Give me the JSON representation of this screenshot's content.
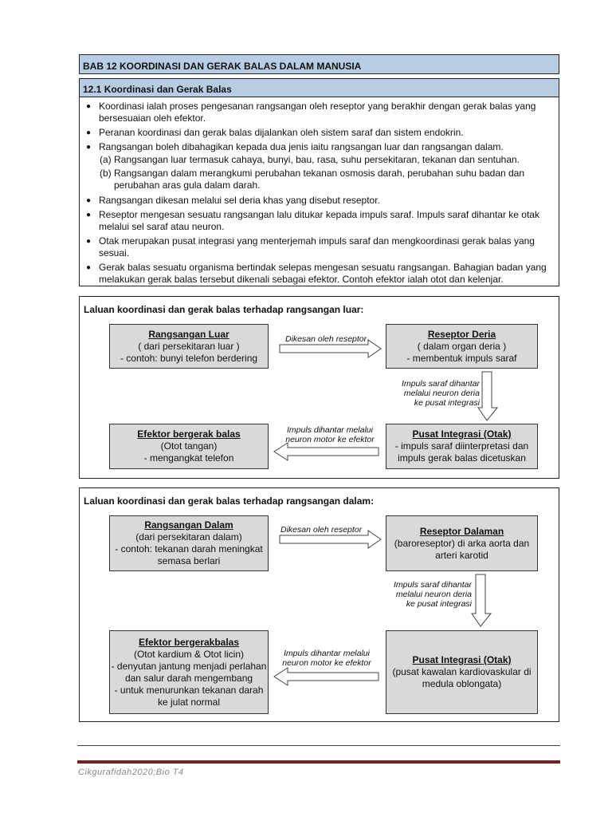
{
  "chapter_title": "BAB 12   KOORDINASI DAN GERAK BALAS DALAM MANUSIA",
  "section": {
    "title": "12.1  Koordinasi dan Gerak Balas",
    "bullets": [
      "Koordinasi ialah proses pengesanan rangsangan oleh reseptor yang berakhir dengan gerak balas yang bersesuaian oleh efektor.",
      "Peranan koordinasi dan gerak balas dijalankan oleh sistem saraf dan sistem endokrin.",
      "Rangsangan boleh dibahagikan kepada dua jenis iaitu rangsangan luar dan rangsangan dalam.",
      "Rangsangan dikesan melalui sel deria khas yang disebut reseptor.",
      "Reseptor mengesan sesuatu rangsangan lalu ditukar kepada impuls saraf. Impuls saraf dihantar ke otak melalui sel saraf atau neuron.",
      "Otak merupakan pusat integrasi yang menterjemah impuls saraf dan mengkoordinasi gerak balas yang sesuai.",
      "Gerak balas sesuatu organisma bertindak selepas mengesan sesuatu rangsangan. Bahagian badan yang melakukan gerak balas tersebut dikenali sebagai efektor. Contoh efektor ialah otot dan kelenjar."
    ],
    "sub_items": [
      {
        "label": "(a)",
        "text": "Rangsangan luar termasuk cahaya, bunyi, bau, rasa, suhu persekitaran, tekanan dan sentuhan."
      },
      {
        "label": "(b)",
        "text": "Rangsangan dalam merangkumi perubahan tekanan osmosis darah, perubahan suhu badan dan perubahan aras gula dalam darah."
      }
    ]
  },
  "flow_external": {
    "title": "Laluan koordinasi dan gerak balas terhadap rangsangan luar:",
    "stimulus": {
      "title": "Rangsangan Luar",
      "line1": "( dari persekitaran luar )",
      "line2": "-  contoh: bunyi telefon berdering"
    },
    "receptor": {
      "title": "Reseptor Deria",
      "line1": "( dalam organ deria )",
      "line2": "-  membentuk impuls saraf"
    },
    "integration": {
      "title": "Pusat Integrasi (Otak)",
      "line1": "-  impuls saraf diinterpretasi dan",
      "line2": "impuls gerak balas dicetuskan"
    },
    "effector": {
      "title": "Efektor bergerak balas",
      "line1": "(Otot tangan)",
      "line2": "-  mengangkat telefon"
    },
    "arrow_detect": "Dikesan oleh reseptor",
    "arrow_sensory": [
      "Impuls saraf dihantar",
      "melalui neuron deria",
      "ke pusat integrasi"
    ],
    "arrow_motor": [
      "Impuls dihantar melalui",
      "neuron motor ke efektor"
    ]
  },
  "flow_internal": {
    "title": "Laluan koordinasi dan gerak balas terhadap rangsangan dalam:",
    "stimulus": {
      "title": "Rangsangan Dalam",
      "line1": "(dari persekitaran dalam)",
      "line2": "- contoh: tekanan darah meningkat",
      "line3": "semasa berlari"
    },
    "receptor": {
      "title": "Reseptor Dalaman",
      "line1": "(baroreseptor) di arka aorta dan",
      "line2": "arteri karotid"
    },
    "integration": {
      "title": "Pusat Integrasi (Otak)",
      "line1": "(pusat kawalan kardiovaskular di",
      "line2": "medula oblongata)"
    },
    "effector": {
      "title": "Efektor bergerakbalas",
      "line1": "(Otot kardium & Otot licin)",
      "line2": "- denyutan jantung menjadi perlahan",
      "line3": "dan salur darah mengembang",
      "line4": "-  untuk menurunkan tekanan darah",
      "line5": "ke julat normal"
    },
    "arrow_detect": "Dikesan oleh reseptor",
    "arrow_sensory": [
      "Impuls saraf dihantar",
      "melalui neuron deria",
      "ke pusat integrasi"
    ],
    "arrow_motor": [
      "Impuls dihantar melalui",
      "neuron motor ke efektor"
    ]
  },
  "footer": "Cikgurafidah2020;Bio T4"
}
